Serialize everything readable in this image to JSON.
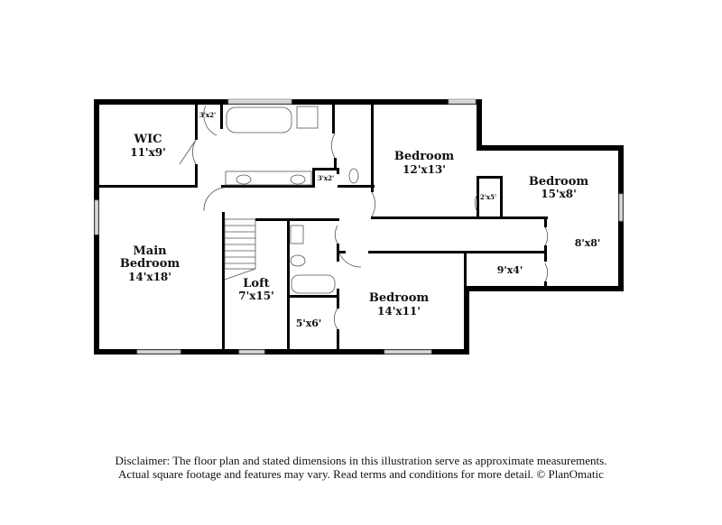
{
  "rooms": [
    {
      "name": "WIC",
      "size": "11'x9'"
    },
    {
      "name": "Main",
      "name2": "Bedroom",
      "size": "14'x18'"
    },
    {
      "name": "Loft",
      "size": "7'x15'"
    },
    {
      "name": "Bedroom",
      "size": "12'x13'"
    },
    {
      "name": "Bedroom",
      "size": "15'x8'"
    },
    {
      "name": "Bedroom",
      "size": "14'x11'"
    }
  ],
  "small_labels": [
    "3'x2'",
    "3'x2'",
    "2'x5'",
    "8'x8'",
    "9'x4'",
    "5'x6'"
  ],
  "disclaimer": {
    "line1": "Disclaimer: The floor plan and stated dimensions in this illustration serve as approximate measurements.",
    "line2": "Actual square footage and features may vary. Read terms and conditions for more detail. © PlanOmatic"
  }
}
